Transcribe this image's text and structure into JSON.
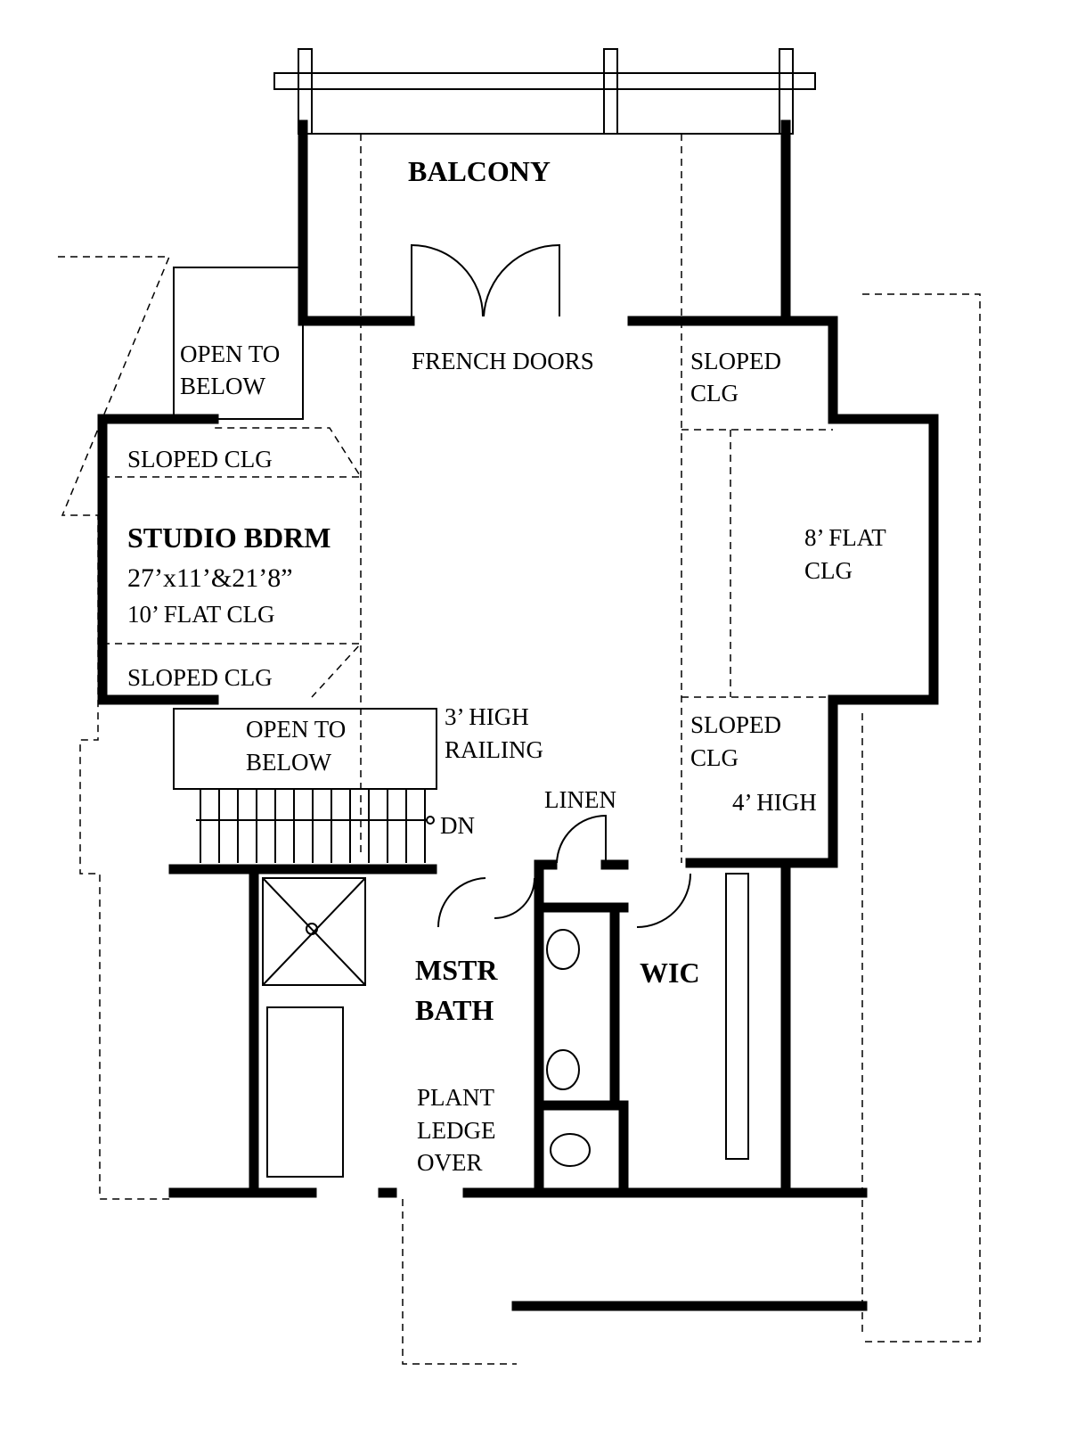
{
  "rooms": {
    "balcony": "BALCONY",
    "french_doors": "FRENCH DOORS",
    "open_below_1": [
      "OPEN TO",
      "BELOW"
    ],
    "sloped_top_right": [
      "SLOPED",
      "CLG"
    ],
    "sloped_left_top": "SLOPED CLG",
    "studio": {
      "name": "STUDIO BDRM",
      "size": "27’x11’&21’8”",
      "ceiling": "10’ FLAT CLG"
    },
    "flat_clg": [
      "8’ FLAT",
      "CLG"
    ],
    "sloped_left_bottom": "SLOPED CLG",
    "open_below_2": [
      "OPEN TO",
      "BELOW"
    ],
    "railing": [
      "3’ HIGH",
      "RAILING"
    ],
    "sloped_bottom_right": [
      "SLOPED",
      "CLG"
    ],
    "four_high": "4’ HIGH",
    "linen": "LINEN",
    "dn": "DN",
    "mstr_bath": [
      "MSTR",
      "BATH"
    ],
    "wic": "WIC",
    "plant_ledge": [
      "PLANT",
      "LEDGE",
      "OVER"
    ]
  }
}
